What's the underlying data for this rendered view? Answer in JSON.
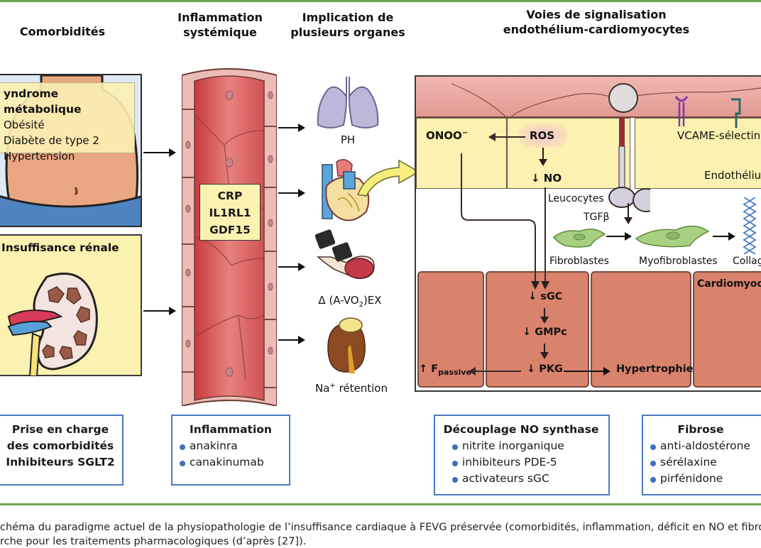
{
  "headers": {
    "comorbidities": "Comorbidités",
    "inflammation_line1": "Inflammation",
    "inflammation_line2": "systémique",
    "organs_line1": "Implication de",
    "organs_line2": "plusieurs organes",
    "signaling_line1": "Voies de signalisation",
    "signaling_line2": "endothélium-cardiomyocytes"
  },
  "comorbidities": {
    "metabolic": {
      "title": "yndrome métabolique",
      "items": [
        "Obésité",
        "Diabète de type 2",
        "Hypertension"
      ]
    },
    "renal": {
      "title": "Insuffisance rénale"
    }
  },
  "vessel": {
    "biomarkers": [
      "CRP",
      "IL1RL1",
      "GDF15"
    ]
  },
  "organs": [
    {
      "icon": "lungs-icon",
      "label": "PH"
    },
    {
      "icon": "heart-icon",
      "label": ""
    },
    {
      "icon": "muscle-dumbbell-icon",
      "label_pre": "Δ (A-VO",
      "label_sub": "2",
      "label_post": ")EX"
    },
    {
      "icon": "kidney-icon",
      "label_pre": "Na",
      "label_sup": "+",
      "label_post": " rétention"
    }
  ],
  "signaling": {
    "onoo": "ONOO",
    "onoo_sup": "−",
    "ros": "ROS",
    "no": "↓ NO",
    "vcam": "VCAM",
    "eselectin": "E-sélectin",
    "endothelium": "Endothéliu",
    "leucocytes": "Leucocytes",
    "tgfb": "TGFβ",
    "fibroblasts": "Fibroblastes",
    "myofibroblasts": "Myofibroblastes",
    "collagen": "Collag",
    "cardiomyocytes": "Cardiomyoc",
    "sgc": "↓ sGC",
    "gmpc": "↓ GMPc",
    "pkg": "↓ PKG",
    "fpassive_pre": "↑ F",
    "fpassive_sub": "passive",
    "hypertrophy": "Hypertrophie"
  },
  "treatments": [
    {
      "title_lines": [
        "Prise en charge",
        "des comorbidités",
        "Inhibiteurs SGLT2"
      ],
      "items": []
    },
    {
      "title_lines": [
        "Inflammation"
      ],
      "items": [
        "anakinra",
        "canakinumab"
      ]
    },
    {
      "title_lines": [
        "Découplage NO synthase"
      ],
      "items": [
        "nitrite inorganique",
        "inhibiteurs PDE-5",
        "activateurs sGC"
      ]
    },
    {
      "title_lines": [
        "Fibrose"
      ],
      "items": [
        "anti-aldostérone",
        "sérélaxine",
        "pirfénidone"
      ]
    }
  ],
  "caption": {
    "line1": "chéma du paradigme actuel de la physiopathologie de l’insuffisance cardiaque à FEVG préservée (comorbidités, inflammation, déficit en NO et fibrose",
    "line2": "rche pour les traitements pharmacologiques (d’après [27])."
  },
  "colors": {
    "rule_green": "#6aa84f",
    "treatment_border": "#4a7bc4",
    "yellow_fill": "#fbf1b0",
    "cardiomyocyte": "#d9826c",
    "endothelium_top": "#e8a8a0"
  }
}
